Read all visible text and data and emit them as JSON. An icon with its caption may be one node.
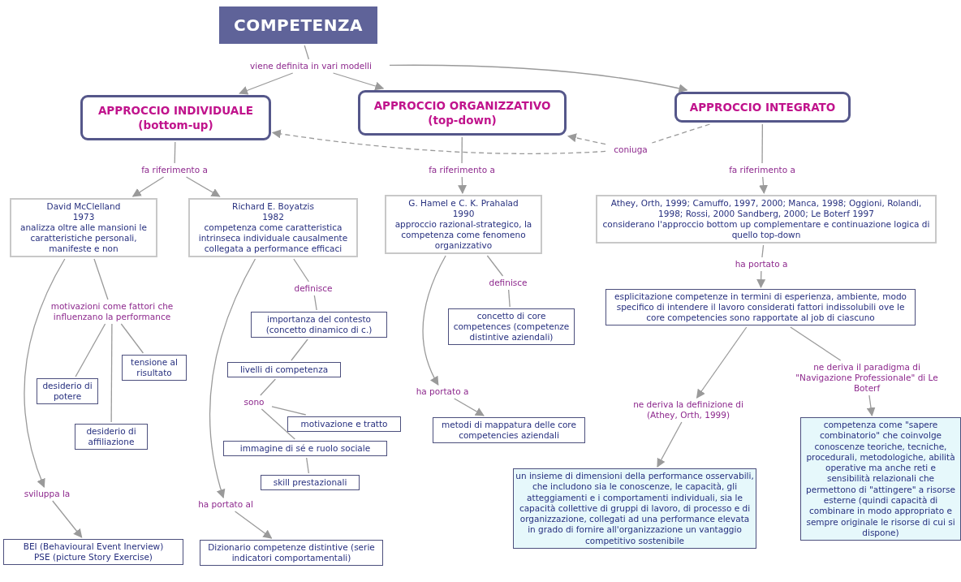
{
  "diagram": {
    "nodes": [
      {
        "text": [
          "COMPETENZA"
        ]
      },
      {
        "text": [
          "viene definita in vari modelli"
        ]
      },
      {
        "text": [
          "APPROCCIO INDIVIDUALE (bottom-up)"
        ]
      },
      {
        "text": [
          "APPROCCIO ORGANIZZATIVO (top-down)"
        ]
      },
      {
        "text": [
          "APPROCCIO INTEGRATO"
        ]
      },
      {
        "text": [
          "coniuga"
        ]
      },
      {
        "text": [
          "fa riferimento a"
        ]
      },
      {
        "text": [
          "fa riferimento a"
        ]
      },
      {
        "text": [
          "fa riferimento a"
        ]
      },
      {
        "text": [
          "David McClelland",
          "1973",
          "analizza oltre alle mansioni le caratteristiche personali, manifeste e non"
        ]
      },
      {
        "text": [
          "Richard E. Boyatzis",
          "1982",
          "competenza come caratteristica intrinseca individuale causalmente collegata a performance efficaci"
        ]
      },
      {
        "text": [
          "G. Hamel e C. K. Prahalad",
          "1990",
          "approccio razional-strategico, la competenza come fenomeno organizzativo"
        ]
      },
      {
        "text": [
          "Athey, Orth, 1999; Camuffo, 1997, 2000; Manca, 1998; Oggioni, Rolandi, 1998; Rossi, 2000 Sandberg, 2000; Le Boterf 1997",
          "considerano l'approccio bottom up complementare e continuazione logica di quello top-down"
        ]
      },
      {
        "text": [
          "motivazioni come fattori che influenzano la performance"
        ]
      },
      {
        "text": [
          "tensione al risultato"
        ]
      },
      {
        "text": [
          "desiderio di potere"
        ]
      },
      {
        "text": [
          "desiderio di affiliazione"
        ]
      },
      {
        "text": [
          "definisce"
        ]
      },
      {
        "text": [
          "importanza del contesto (concetto dinamico di c.)"
        ]
      },
      {
        "text": [
          "livelli di competenza"
        ]
      },
      {
        "text": [
          "sono"
        ]
      },
      {
        "text": [
          "motivazione e tratto"
        ]
      },
      {
        "text": [
          "immagine di sé e ruolo sociale"
        ]
      },
      {
        "text": [
          "skill prestazionali"
        ]
      },
      {
        "text": [
          "sviluppa la"
        ]
      },
      {
        "text": [
          "ha portato al"
        ]
      },
      {
        "text": [
          "BEI (Behavioural Event Inerview)",
          "PSE (picture Story Exercise)"
        ]
      },
      {
        "text": [
          "Dizionario competenze distintive (serie indicatori comportamentali)"
        ]
      },
      {
        "text": [
          "definisce"
        ]
      },
      {
        "text": [
          "concetto di core competences (competenze distintive aziendali)"
        ]
      },
      {
        "text": [
          "ha portato a"
        ]
      },
      {
        "text": [
          "metodi di mappatura delle core competencies aziendali"
        ]
      },
      {
        "text": [
          "ha portato a"
        ]
      },
      {
        "text": [
          "esplicitazione competenze in termini di esperienza, ambiente, modo specifico di intendere il lavoro considerati fattori indissolubili ove le core competencies sono rapportate al job di ciascuno"
        ]
      },
      {
        "text": [
          "ne deriva la definizione di (Athey, Orth, 1999)"
        ]
      },
      {
        "text": [
          "ne deriva il paradigma di \"Navigazione Professionale\" di Le Boterf"
        ]
      },
      {
        "text": [
          "un insieme di dimensioni della performance osservabili, che includono sia le conoscenze, le capacità, gli atteggiamenti e i comportamenti individuali, sia le capacità collettive di gruppi di lavoro, di processo e di organizzazione, collegati ad una performance elevata in grado di fornire all'organizzazione un vantaggio competitivo sostenibile"
        ]
      },
      {
        "text": [
          "competenza come \"sapere combinatorio\" che coinvolge conoscenze teoriche, tecniche, procedurali, metodologiche, abilità operative ma anche reti e sensibilità relazionali che permettono di \"attingere\" a risorse esterne (quindi capacità di combinare in modo appropriato e sempre originale le risorse di cui si dispone)"
        ]
      }
    ],
    "edges": [
      {
        "from": 0,
        "to": 1,
        "arrow": "none"
      },
      {
        "from": 1,
        "to": 2,
        "arrow": "to"
      },
      {
        "from": 1,
        "to": 3,
        "arrow": "to"
      },
      {
        "from": 1,
        "to": 4,
        "arrow": "to"
      },
      {
        "from": 4,
        "to": 5,
        "arrow": "none",
        "style": "dashed"
      },
      {
        "from": 5,
        "to": 3,
        "arrow": "to",
        "style": "dashed"
      },
      {
        "from": 5,
        "to": 2,
        "arrow": "to",
        "style": "dashed"
      },
      {
        "from": 2,
        "to": 6,
        "arrow": "none"
      },
      {
        "from": 6,
        "to": 9,
        "arrow": "to"
      },
      {
        "from": 6,
        "to": 10,
        "arrow": "to"
      },
      {
        "from": 3,
        "to": 7,
        "arrow": "none"
      },
      {
        "from": 7,
        "to": 11,
        "arrow": "to"
      },
      {
        "from": 4,
        "to": 8,
        "arrow": "none"
      },
      {
        "from": 8,
        "to": 12,
        "arrow": "to"
      },
      {
        "from": 9,
        "to": 13,
        "arrow": "none"
      },
      {
        "from": 13,
        "to": 15,
        "arrow": "none"
      },
      {
        "from": 13,
        "to": 16,
        "arrow": "none"
      },
      {
        "from": 13,
        "to": 14,
        "arrow": "none"
      },
      {
        "from": 9,
        "to": 24,
        "arrow": "to"
      },
      {
        "from": 24,
        "to": 26,
        "arrow": "to"
      },
      {
        "from": 10,
        "to": 17,
        "arrow": "none"
      },
      {
        "from": 17,
        "to": 18,
        "arrow": "none"
      },
      {
        "from": 18,
        "to": 19,
        "arrow": "none"
      },
      {
        "from": 19,
        "to": 20,
        "arrow": "none"
      },
      {
        "from": 20,
        "to": 21,
        "arrow": "none"
      },
      {
        "from": 20,
        "to": 22,
        "arrow": "none"
      },
      {
        "from": 22,
        "to": 23,
        "arrow": "none"
      },
      {
        "from": 10,
        "to": 25,
        "arrow": "to"
      },
      {
        "from": 25,
        "to": 27,
        "arrow": "to"
      },
      {
        "from": 11,
        "to": 28,
        "arrow": "none"
      },
      {
        "from": 28,
        "to": 29,
        "arrow": "none"
      },
      {
        "from": 11,
        "to": 30,
        "arrow": "to"
      },
      {
        "from": 30,
        "to": 31,
        "arrow": "to"
      },
      {
        "from": 12,
        "to": 32,
        "arrow": "none"
      },
      {
        "from": 32,
        "to": 33,
        "arrow": "to"
      },
      {
        "from": 33,
        "to": 34,
        "arrow": "to"
      },
      {
        "from": 34,
        "to": 36,
        "arrow": "to"
      },
      {
        "from": 33,
        "to": 35,
        "arrow": "none"
      },
      {
        "from": 35,
        "to": 37,
        "arrow": "to"
      }
    ]
  }
}
